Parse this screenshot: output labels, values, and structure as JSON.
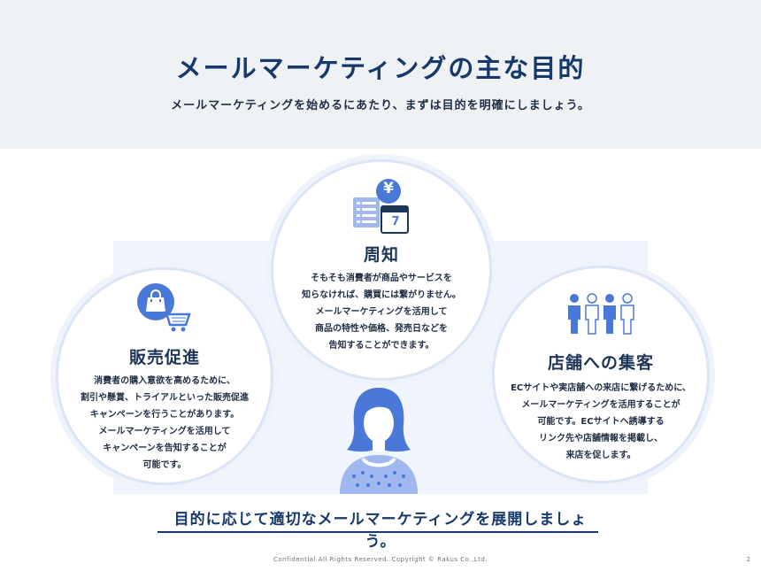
{
  "header": {
    "title": "メールマーケティングの主な目的",
    "subtitle": "メールマーケティングを始めるにあたり、まずは目的を明確にしましょう。"
  },
  "purposes": [
    {
      "title": "販売促進",
      "icon": "shopping-bag-cart-icon",
      "lines": [
        "消費者の購入意欲を高めるために、",
        "割引や懸賞、トライアルといった販売促進",
        "キャンペーンを行うことがあります。",
        "メールマーケティングを活用して",
        "キャンペーンを告知することが",
        "可能です。"
      ]
    },
    {
      "title": "周知",
      "icon": "yen-calendar-list-icon",
      "calendar_day": "7",
      "currency_symbol": "¥",
      "lines": [
        "そもそも消費者が商品やサービスを",
        "知らなければ、購買には繋がりません。",
        "メールマーケティングを活用して",
        "商品の特性や価格、発売日などを",
        "告知することができます。"
      ]
    },
    {
      "title": "店舗への集客",
      "icon": "people-group-icon",
      "lines": [
        "ECサイトや実店舗への来店に繋げるために、",
        "メールマーケティングを活用することが",
        "可能です。ECサイトへ誘導する",
        "リンク先や店舗情報を掲載し、",
        "来店を促します。"
      ]
    }
  ],
  "center_figure": "woman-avatar-icon",
  "bottom_message": "目的に応じて適切なメールマーケティングを展開しましょう。",
  "footer": {
    "copyright": "Confidential All Rights Reserved. Copyright © Rakus Co.,Ltd.",
    "page_number": "2"
  },
  "colors": {
    "navy": "#16396b",
    "accent_blue": "#4a78d8",
    "light_blue": "#9fb8ef",
    "header_bg": "#eef2f5",
    "stage_bg": "#f1f5fd"
  }
}
